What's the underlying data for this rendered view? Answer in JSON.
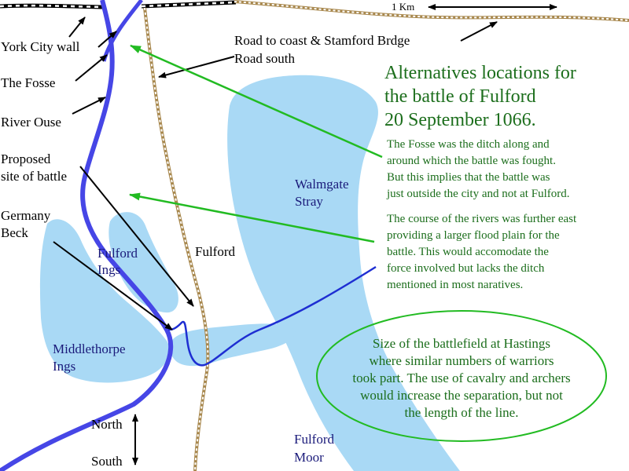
{
  "title_lines": [
    "Alternatives locations for",
    "the battle of Fulford",
    "20 September 1066."
  ],
  "scale_label": "1 Km",
  "labels": {
    "york_city_wall": "York City wall",
    "the_fosse": "The Fosse",
    "river_ouse": "River Ouse",
    "proposed_site": [
      "Proposed",
      "site of battle"
    ],
    "germany_beck": [
      "Germany",
      "Beck"
    ],
    "road_to_coast": "Road to coast & Stamford Brdge",
    "road_south": "Road south",
    "walmgate_stray": [
      "Walmgate",
      "Stray"
    ],
    "fulford": "Fulford",
    "fulford_ings": [
      "Fulford",
      "Ings"
    ],
    "middlethorpe_ings": [
      "Middlethorpe",
      "Ings"
    ],
    "fulford_moor": [
      "Fulford",
      "Moor"
    ],
    "north": "North",
    "south": "South"
  },
  "notes": {
    "fosse_note": [
      "The Fosse was the ditch along and",
      "around which the battle was fought.",
      "But this implies that the battle was",
      "just outside the city and not at Fulford."
    ],
    "river_note": [
      "The course of the rivers was further east",
      "providing a larger flood plain for the",
      "battle. This would accomodate the",
      "force involved but lacks the ditch",
      "mentioned in most naratives."
    ],
    "hastings_note": [
      "Size of the battlefield at Hastings",
      "where similar numbers of warriors",
      "took part. The use of cavalry and archers",
      "would increase the separation, but not",
      "the length of the line."
    ]
  },
  "colors": {
    "flood_plain": "#a9d9f5",
    "river": "#4646e6",
    "beck": "#1e2ed2",
    "road": "#a8884e",
    "annotation_green": "#1c6e1c",
    "arrow_green": "#22bb22"
  }
}
